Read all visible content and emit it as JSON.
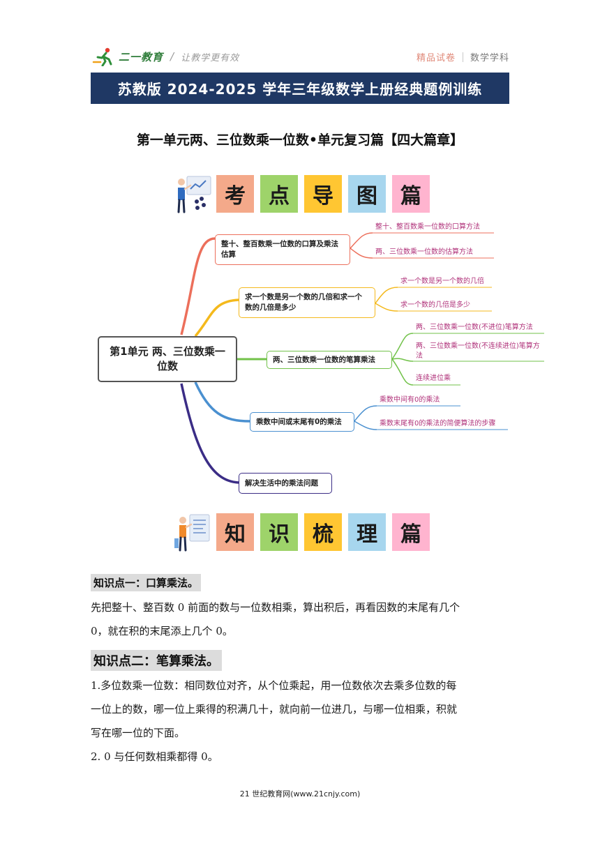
{
  "header": {
    "logo_text": "二一教育",
    "slogan": "让教学更有效",
    "right_label_1": "精品试卷",
    "right_label_2": "数学学科"
  },
  "title": "苏教版 2024-2025 学年三年级数学上册经典题例训练",
  "subtitle": "第一单元两、三位数乘一位数•单元复习篇【四大篇章】",
  "banner1": {
    "chars": [
      "考",
      "点",
      "导",
      "图",
      "篇"
    ]
  },
  "banner2": {
    "chars": [
      "知",
      "识",
      "梳",
      "理",
      "篇"
    ]
  },
  "mindmap": {
    "root": "第1单元 两、三位数乘一位数",
    "branches": [
      {
        "label": "整十、整百数乘一位数的口算及乘法估算",
        "color": "#ec6f5b",
        "leaves": [
          "整十、整百数乘一位数的口算方法",
          "两、三位数乘一位数的估算方法"
        ],
        "leaf_color": "#b0327a"
      },
      {
        "label": "求一个数是另一个数的几倍和求一个数的几倍是多少",
        "color": "#f4b91c",
        "leaves": [
          "求一个数是另一个数的几倍",
          "求一个数的几倍是多少"
        ],
        "leaf_color": "#b0327a"
      },
      {
        "label": "两、三位数乘一位数的笔算乘法",
        "color": "#72c24a",
        "leaves": [
          "两、三位数乘一位数(不进位)笔算方法",
          "两、三位数乘一位数(不连续进位)笔算方法",
          "连续进位乘"
        ],
        "leaf_color": "#b0327a"
      },
      {
        "label": "乘数中间或末尾有0的乘法",
        "color": "#4a90d0",
        "leaves": [
          "乘数中间有0的乘法",
          "乘数末尾有0的乘法的简便算法的步骤"
        ],
        "leaf_color": "#b0327a"
      },
      {
        "label": "解决生活中的乘法问题",
        "color": "#3b2d86",
        "leaves": []
      }
    ]
  },
  "kp1": {
    "heading": "知识点一：口算乘法。",
    "lines": [
      "先把整十、整百数 0 前面的数与一位数相乘，算出积后，再看因数的末尾有几个",
      "0，就在积的末尾添上几个 0。"
    ]
  },
  "kp2": {
    "heading": "知识点二：笔算乘法。",
    "lines": [
      "1.多位数乘一位数：相同数位对齐，从个位乘起，用一位数依次去乘多位数的每",
      "一位上的数，哪一位上乘得的积满几十，就向前一位进几，与哪一位相乘，积就",
      "写在哪一位的下面。",
      "2. 0 与任何数相乘都得 0。"
    ]
  },
  "footer": "21 世纪教育网(www.21cnjy.com)"
}
